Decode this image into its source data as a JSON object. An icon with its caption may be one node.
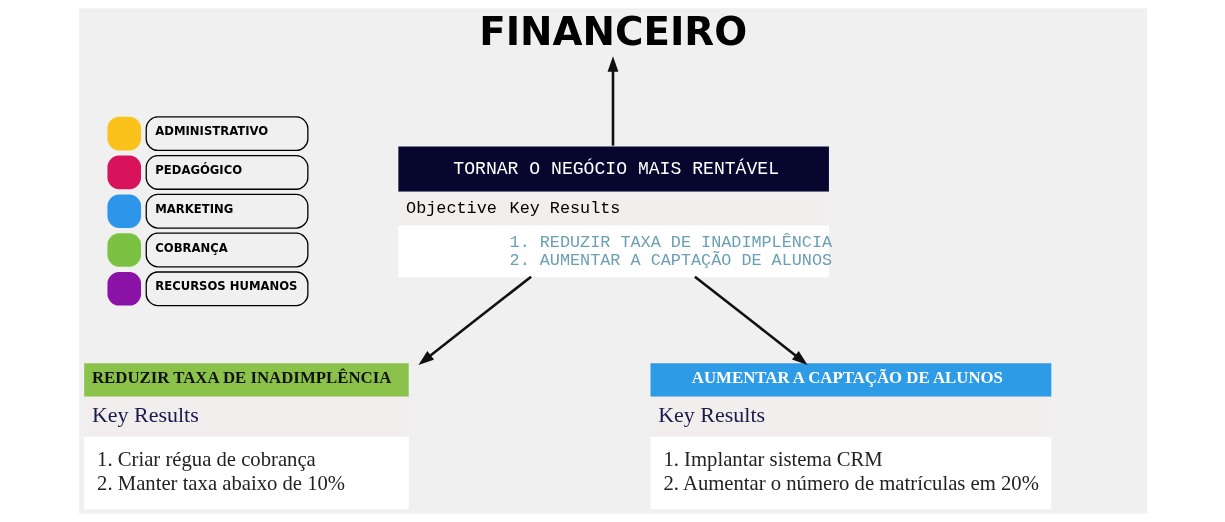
{
  "diagram": {
    "nodes": [
      {
        "text": [
          "FINANCEIRO"
        ]
      },
      {
        "text": [
          "TORNAR O NEGÓCIO MAIS RENTÁVEL",
          "Objective",
          "Key Results",
          "1. REDUZIR TAXA DE INADIMPLÊNCIA",
          "2. AUMENTAR A CAPTAÇÃO DE ALUNOS"
        ]
      },
      {
        "text": [
          "REDUZIR TAXA DE INADIMPLÊNCIA",
          "Key Results",
          "1. Criar régua de cobrança",
          "2. Manter taxa abaixo de 10%"
        ]
      },
      {
        "text": [
          "AUMENTAR A CAPTAÇÃO DE ALUNOS",
          "Key Results",
          "1. Implantar sistema CRM",
          "2. Aumentar o número de matrículas em 20%"
        ]
      }
    ],
    "edges": [
      {
        "from": 1,
        "to": 0,
        "arrow": "to"
      },
      {
        "from": 1,
        "to": 2,
        "arrow": "to"
      },
      {
        "from": 1,
        "to": 3,
        "arrow": "to"
      }
    ],
    "legend": [
      {
        "text": "ADMINISTRATIVO",
        "color": "#fbc21b"
      },
      {
        "text": "PEDAGÓGICO",
        "color": "#d8125b"
      },
      {
        "text": "MARKETING",
        "color": "#2d95ea"
      },
      {
        "text": "COBRANÇA",
        "color": "#7cc242"
      },
      {
        "text": "RECURSOS HUMANOS",
        "color": "#8b12a6"
      }
    ]
  }
}
